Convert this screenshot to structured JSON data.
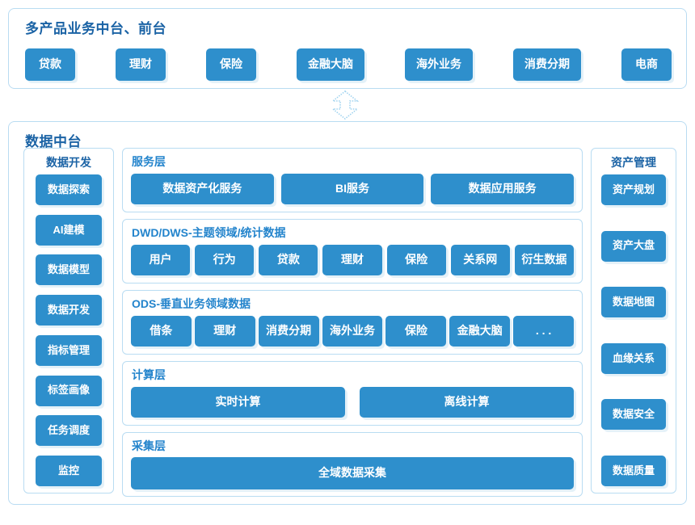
{
  "business_panel": {
    "title": "多产品业务中台、前台",
    "items": [
      {
        "label": "贷款"
      },
      {
        "label": "理财"
      },
      {
        "label": "保险"
      },
      {
        "label": "金融大脑"
      },
      {
        "label": "海外业务"
      },
      {
        "label": "消费分期"
      },
      {
        "label": "电商"
      }
    ]
  },
  "flow_arrow": {
    "icon": "double-vertical-arrow-icon",
    "stroke_color": "#9ed2ef"
  },
  "data_panel": {
    "title": "数据中台",
    "dev_column": {
      "title": "数据开发",
      "items": [
        {
          "label": "数据探索"
        },
        {
          "label": "AI建模"
        },
        {
          "label": "数据模型"
        },
        {
          "label": "数据开发"
        },
        {
          "label": "指标管理"
        },
        {
          "label": "标签画像"
        },
        {
          "label": "任务调度"
        },
        {
          "label": "监控"
        }
      ]
    },
    "asset_column": {
      "title": "资产管理",
      "items": [
        {
          "label": "资产规划"
        },
        {
          "label": "资产大盘"
        },
        {
          "label": "数据地图"
        },
        {
          "label": "血缘关系"
        },
        {
          "label": "数据安全"
        },
        {
          "label": "数据质量"
        }
      ]
    },
    "layers": [
      {
        "key": "service",
        "title": "服务层",
        "items": [
          {
            "label": "数据资产化服务"
          },
          {
            "label": "BI服务"
          },
          {
            "label": "数据应用服务"
          }
        ]
      },
      {
        "key": "dwd",
        "title": "DWD/DWS-主题领域/统计数据",
        "items": [
          {
            "label": "用户"
          },
          {
            "label": "行为"
          },
          {
            "label": "贷款"
          },
          {
            "label": "理财"
          },
          {
            "label": "保险"
          },
          {
            "label": "关系网"
          },
          {
            "label": "衍生数据"
          }
        ]
      },
      {
        "key": "ods",
        "title": "ODS-垂直业务领域数据",
        "items": [
          {
            "label": "借条"
          },
          {
            "label": "理财"
          },
          {
            "label": "消费分期"
          },
          {
            "label": "海外业务"
          },
          {
            "label": "保险"
          },
          {
            "label": "金融大脑"
          },
          {
            "label": ". . ."
          }
        ]
      },
      {
        "key": "compute",
        "title": "计算层",
        "items": [
          {
            "label": "实时计算"
          },
          {
            "label": "离线计算"
          }
        ]
      },
      {
        "key": "collect",
        "title": "采集层",
        "items": [
          {
            "label": "全域数据采集"
          }
        ]
      }
    ]
  },
  "colors": {
    "chip_blue": "#2e8fcc",
    "panel_border": "#b9dcf2",
    "title_navy": "#1b63a5",
    "sub_title_blue": "#2384cc",
    "arrow_blue": "#9ed2ef"
  }
}
